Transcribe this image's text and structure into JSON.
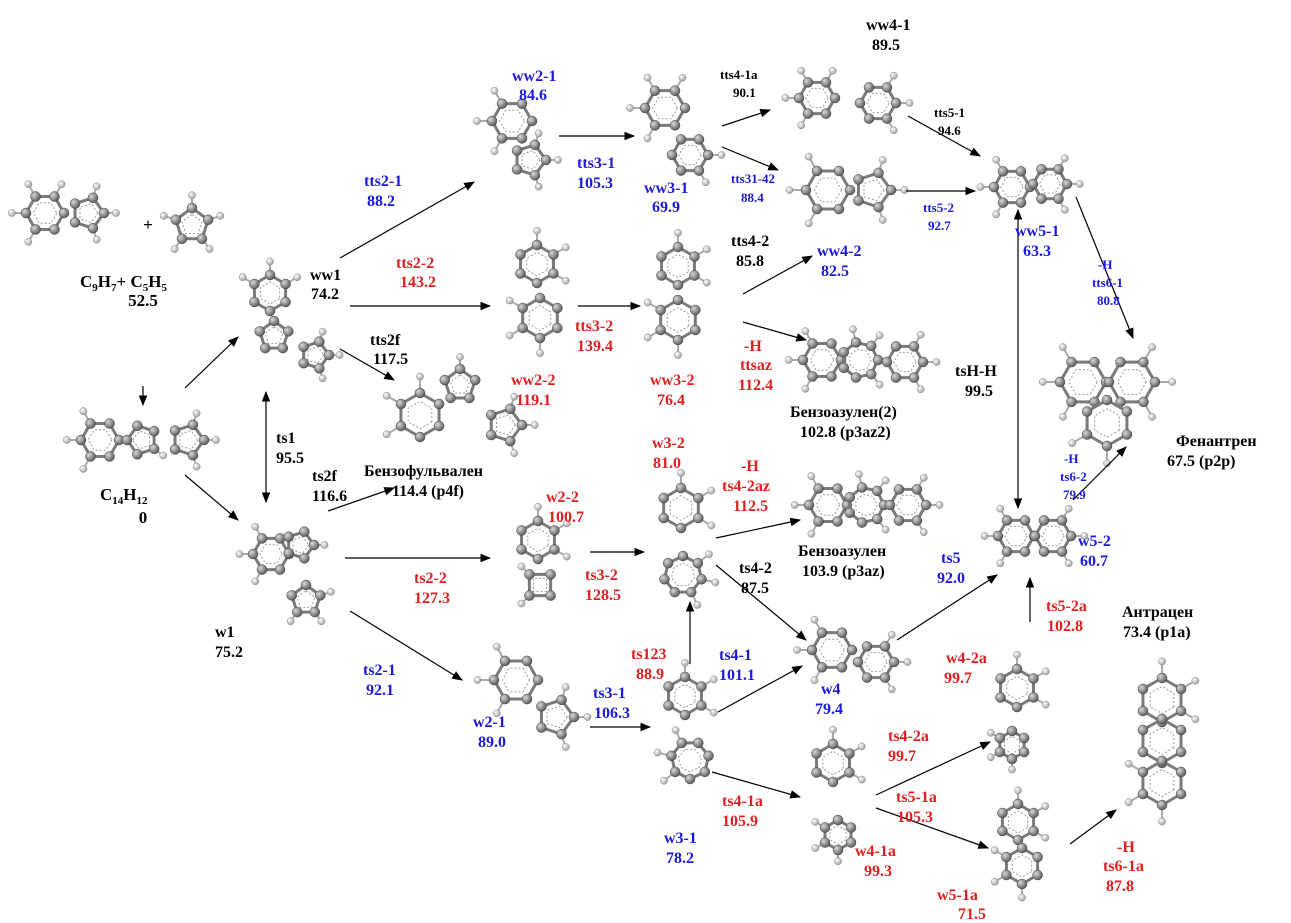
{
  "colors": {
    "black": "#000000",
    "blue": "#1a1adb",
    "red": "#e02020"
  },
  "reactants": {
    "formula_prefix": "C",
    "formula_c9": "9",
    "formula_h7": "H",
    "formula_7": "7",
    "formula_plus": "+ C",
    "formula_c5": "5",
    "formula_h5": "H",
    "formula_5": "5",
    "energy": "52.5",
    "plus": "+"
  },
  "start": {
    "formula_c": "C",
    "formula_14": "14",
    "formula_h": "H",
    "formula_12": "12",
    "energy": "0"
  },
  "species": {
    "ww1": {
      "name": "ww1",
      "energy": "74.2"
    },
    "w1": {
      "name": "w1",
      "energy": "75.2"
    },
    "ts1": {
      "name": "ts1",
      "energy": "95.5"
    },
    "ts2f": {
      "name": "ts2f",
      "energy": "116.6"
    },
    "tts2f": {
      "name": "tts2f",
      "energy": "117.5"
    },
    "p4f": {
      "name": "Бензофульвален",
      "energy": "114.4 (p4f)"
    },
    "tts2_1": {
      "name": "tts2-1",
      "energy": "88.2"
    },
    "tts2_2": {
      "name": "tts2-2",
      "energy": "143.2"
    },
    "ww2_1": {
      "name": "ww2-1",
      "energy": "84.6"
    },
    "ww2_2": {
      "name": "ww2-2",
      "energy": "119.1"
    },
    "tts3_1": {
      "name": "tts3-1",
      "energy": "105.3"
    },
    "tts3_2": {
      "name": "tts3-2",
      "energy": "139.4"
    },
    "ww3_1": {
      "name": "ww3-1",
      "energy": "69.9"
    },
    "ww3_2": {
      "name": "ww3-2",
      "energy": "76.4"
    },
    "tts4_1a": {
      "name": "tts4-1a",
      "energy": "90.1"
    },
    "ww4_1": {
      "name": "ww4-1",
      "energy": "89.5"
    },
    "tts31_42": {
      "name": "tts31-42",
      "energy": "88.4"
    },
    "tts4_2": {
      "name": "tts4-2",
      "energy": "85.8"
    },
    "ww4_2": {
      "name": "ww4-2",
      "energy": "82.5"
    },
    "tts5_1": {
      "name": "tts5-1",
      "energy": "94.6"
    },
    "tts5_2": {
      "name": "tts5-2",
      "energy": "92.7"
    },
    "ww5_1": {
      "name": "ww5-1",
      "energy": "63.3"
    },
    "ttsaz": {
      "minus_h": "-H",
      "name": "ttsaz",
      "energy": "112.4"
    },
    "p3az2": {
      "name": "Бензоазулен(2)",
      "energy": "102.8 (p3az2)"
    },
    "tts6_1": {
      "minus_h": "-H",
      "name": "tts6-1",
      "energy": "80.8"
    },
    "tsHH": {
      "name": "tsH-H",
      "energy": "99.5"
    },
    "p2p": {
      "name": "Фенантрен",
      "energy": "67.5 (p2p)"
    },
    "ts6_2": {
      "minus_h": "-H",
      "name": "ts6-2",
      "energy": "79.9"
    },
    "ts2_2": {
      "name": "ts2-2",
      "energy": "127.3"
    },
    "w2_2": {
      "name": "w2-2",
      "energy": "100.7"
    },
    "ts3_2": {
      "name": "ts3-2",
      "energy": "128.5"
    },
    "w3_2": {
      "name": "w3-2",
      "energy": "81.0"
    },
    "ts4_2az": {
      "minus_h": "-H",
      "name": "ts4-2az",
      "energy": "112.5"
    },
    "p3az": {
      "name": "Бензоазулен",
      "energy": "103.9 (p3az)"
    },
    "ts4_2": {
      "name": "ts4-2",
      "energy": "87.5"
    },
    "ts123": {
      "name": "ts123",
      "energy": "88.9"
    },
    "ts2_1": {
      "name": "ts2-1",
      "energy": "92.1"
    },
    "w2_1": {
      "name": "w2-1",
      "energy": "89.0"
    },
    "ts3_1": {
      "name": "ts3-1",
      "energy": "106.3"
    },
    "ts4_1": {
      "name": "ts4-1",
      "energy": "101.1"
    },
    "w3_1": {
      "name": "w3-1",
      "energy": "78.2"
    },
    "w4": {
      "name": "w4",
      "energy": "79.4"
    },
    "ts5": {
      "name": "ts5",
      "energy": "92.0"
    },
    "w5_2": {
      "name": "w5-2",
      "energy": "60.7"
    },
    "ts5_2a": {
      "name": "ts5-2a",
      "energy": "102.8"
    },
    "w4_2a": {
      "name": "w4-2a",
      "energy": "99.7"
    },
    "ts4_2a": {
      "name": "ts4-2a",
      "energy": "99.7"
    },
    "ts4_1a": {
      "name": "ts4-1a",
      "energy": "105.9"
    },
    "w4_1a": {
      "name": "w4-1a",
      "energy": "99.3"
    },
    "ts5_1a": {
      "name": "ts5-1a",
      "energy": "105.3"
    },
    "w5_1a": {
      "name": "w5-1a",
      "energy": "71.5"
    },
    "ts6_1a": {
      "minus_h": "-H",
      "name": "ts6-1a",
      "energy": "87.8"
    },
    "p1a": {
      "name": "Антрацен",
      "energy": "73.4 (p1a)"
    }
  }
}
